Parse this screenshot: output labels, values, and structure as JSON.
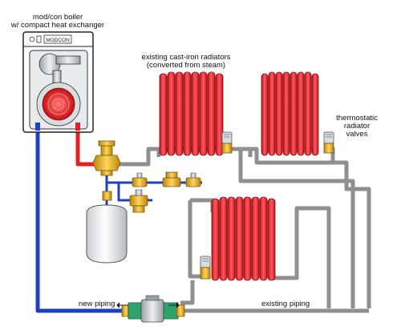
{
  "labels": {
    "boiler_line1": "mod/con boiler",
    "boiler_line2": "w/ compact heat exchanger",
    "boiler_badge": "MODCON",
    "radiators_line1": "existing cast-iron radiators",
    "radiators_line2": "(converted from steam)",
    "trv_line1": "thermostatic",
    "trv_line2": "radiator",
    "trv_line3": "valves",
    "new_piping": "new piping",
    "existing_piping": "existing piping"
  },
  "colors": {
    "supply_pipe": "#e51f1f",
    "return_pipe": "#1f3fc8",
    "existing_pipe": "#8f8f8f",
    "radiator_fill": "#ea2e38",
    "brass": "#e8b020",
    "boiler_window": "#e8ebee"
  }
}
